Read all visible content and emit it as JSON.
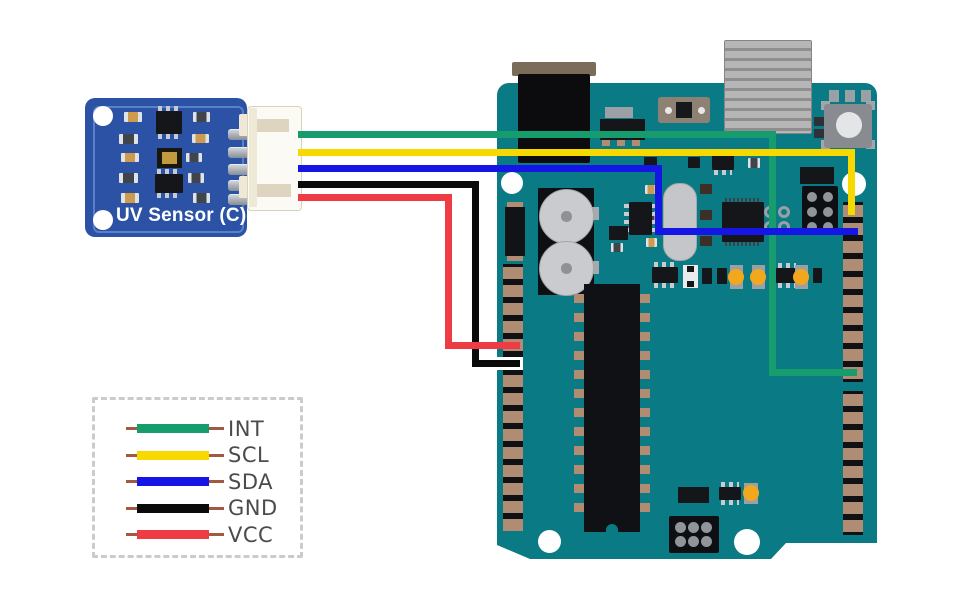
{
  "sensor": {
    "label": "UV Sensor (C)"
  },
  "wires": [
    {
      "id": "int",
      "label": "INT",
      "color": "#169c6d"
    },
    {
      "id": "scl",
      "label": "SCL",
      "color": "#f7d900"
    },
    {
      "id": "sda",
      "label": "SDA",
      "color": "#1515e6"
    },
    {
      "id": "gnd",
      "label": "GND",
      "color": "#0a0a0a"
    },
    {
      "id": "vcc",
      "label": "VCC",
      "color": "#ee3c44"
    }
  ],
  "colors": {
    "background": "#ffffff",
    "sensor_pcb": "#2b52a4",
    "sensor_trace": "#5a7fc8",
    "arduino_pcb": "#0a7b84",
    "pad_gold": "#b08c72",
    "legend_text": "#4b4b4b",
    "legend_tick": "#a05a44"
  }
}
